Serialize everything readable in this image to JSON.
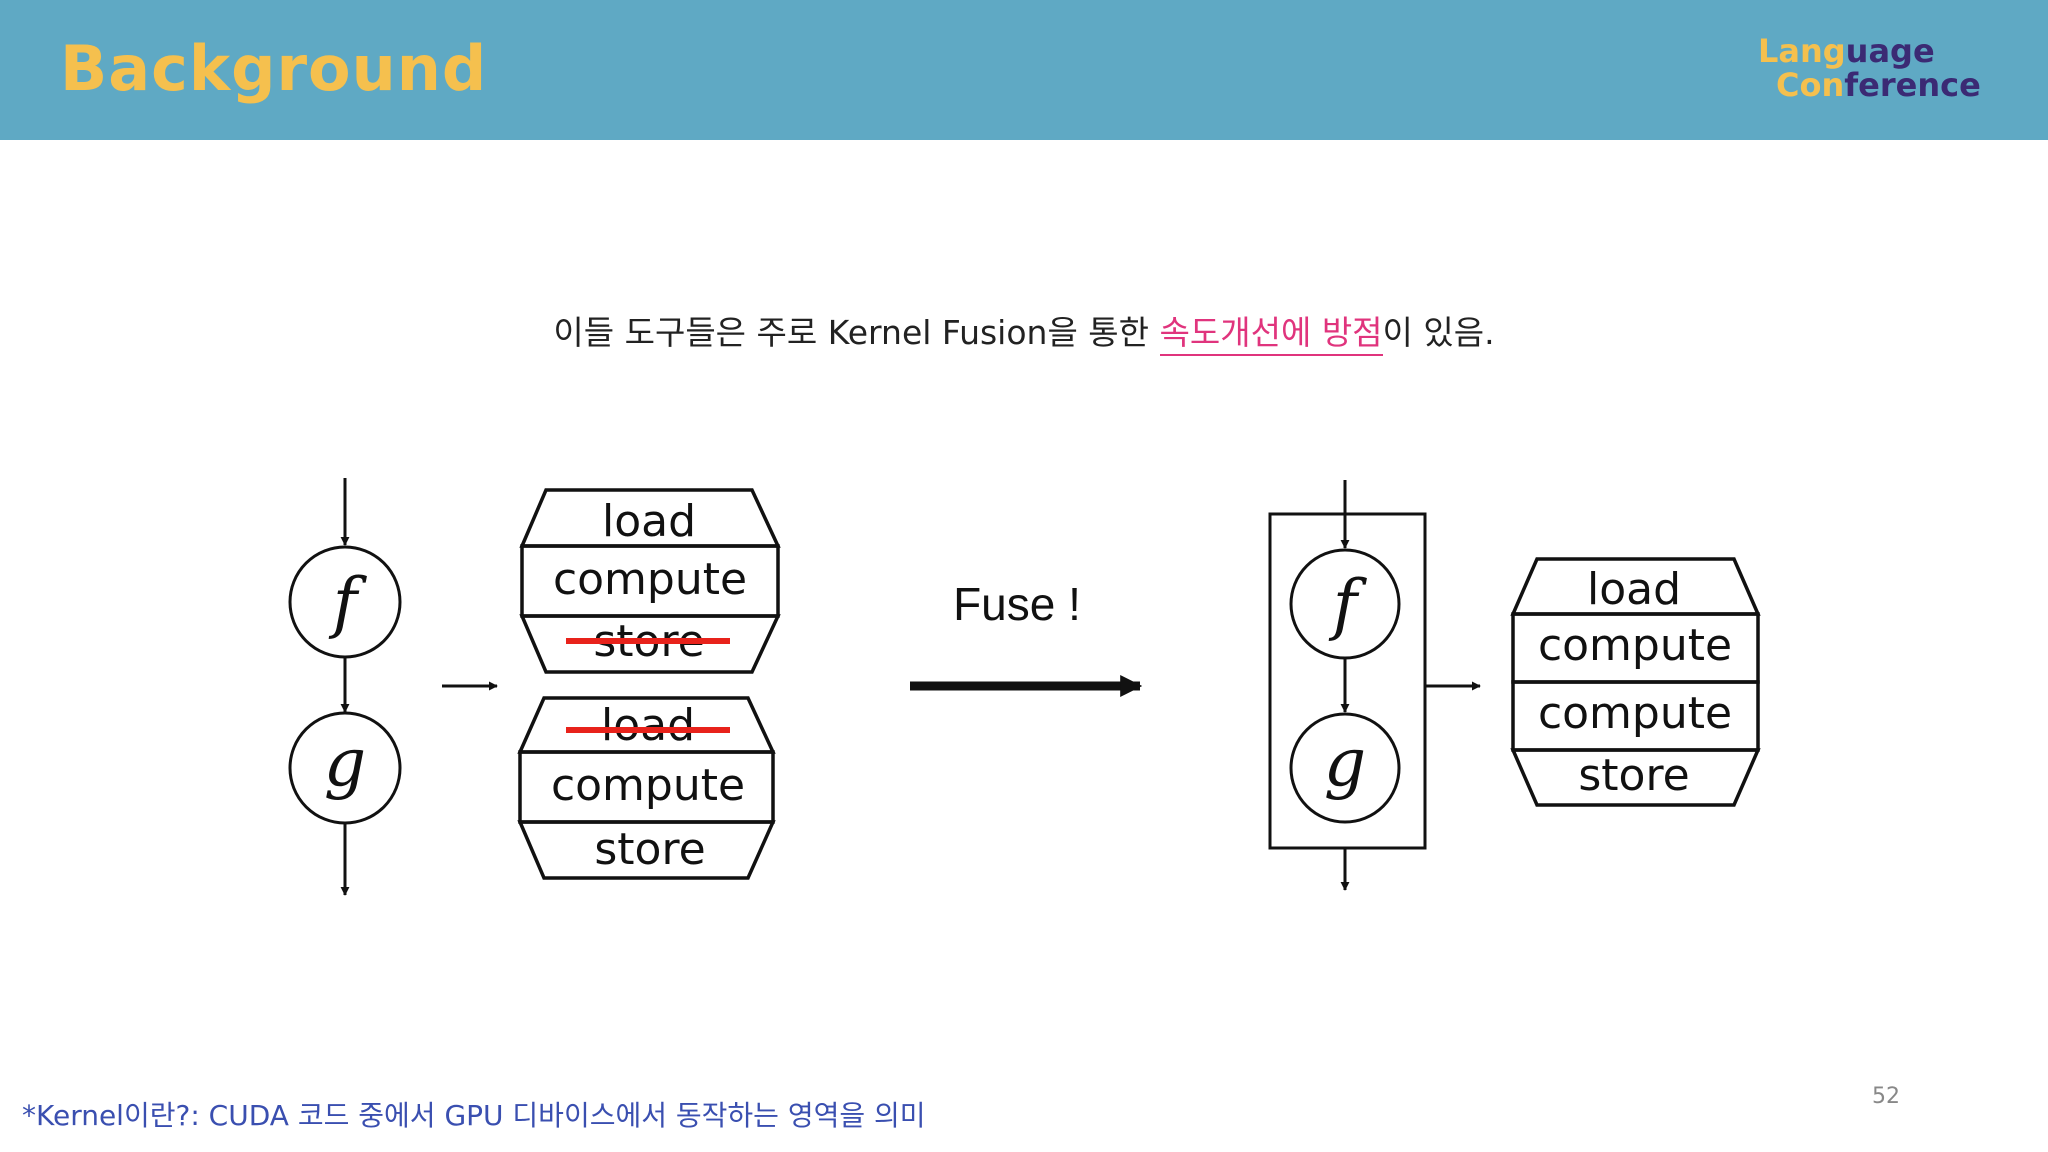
{
  "header": {
    "title": "Background",
    "logo": {
      "line1_part1": "Lang",
      "line1_part2": "uage",
      "line2_part1": "Con",
      "line2_part2": "ference"
    }
  },
  "statement": {
    "before": "이들 도구들은 주로 Kernel Fusion을 통한 ",
    "highlight": "속도개선에 방점",
    "after": "이 있음."
  },
  "diagram": {
    "before_fusion": {
      "functions": [
        "f",
        "g"
      ],
      "kernel1": [
        "load",
        "compute",
        "store"
      ],
      "kernel2": [
        "load",
        "compute",
        "store"
      ],
      "struck_out": [
        "store",
        "load"
      ]
    },
    "fuse_label": "Fuse !",
    "after_fusion": {
      "functions": [
        "f",
        "g"
      ],
      "kernel": [
        "load",
        "compute",
        "compute",
        "store"
      ]
    },
    "colors": {
      "strike": "#e8221b",
      "highlight": "#e0347d",
      "header_bg": "#5fa9c4"
    }
  },
  "footnote": "*Kernel이란?: CUDA 코드 중에서 GPU 디바이스에서 동작하는 영역을 의미",
  "page_number": "52"
}
